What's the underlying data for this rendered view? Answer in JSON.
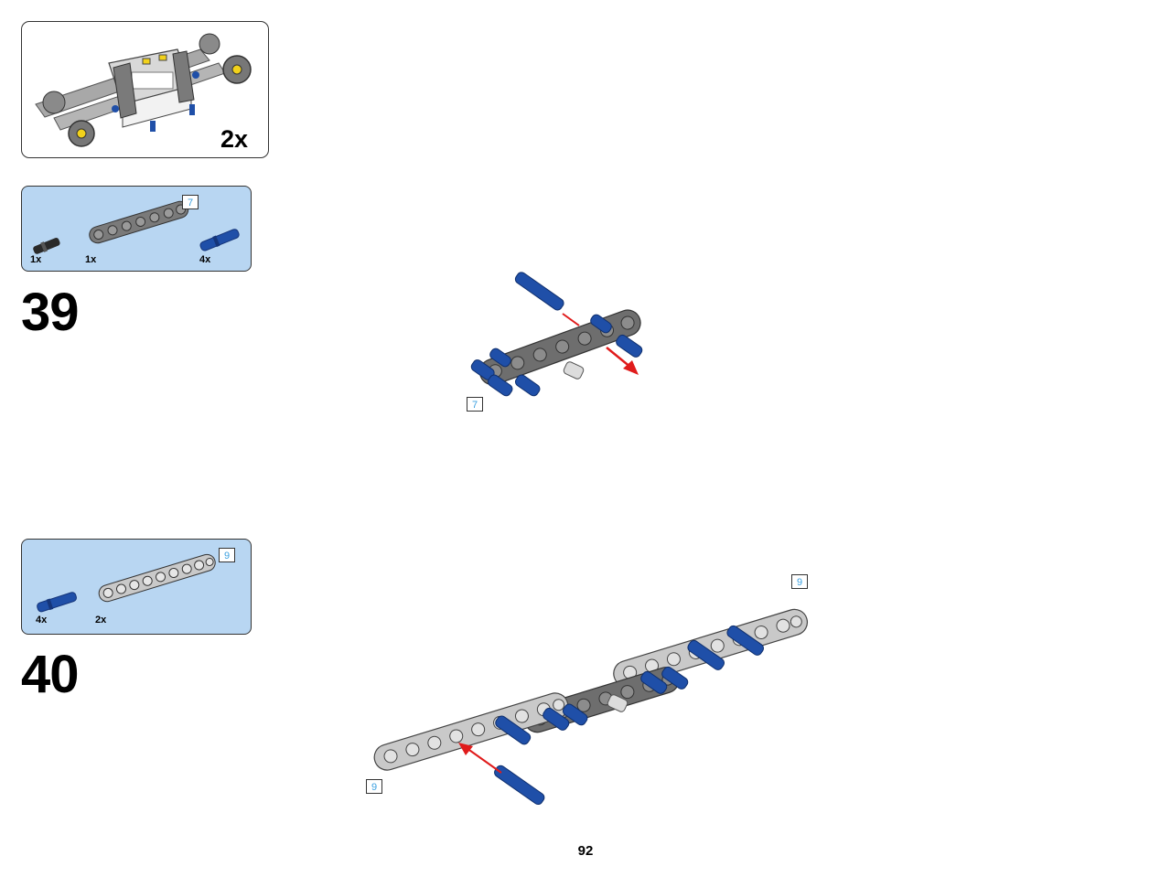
{
  "page": {
    "number": "92"
  },
  "submodel": {
    "multiplier": "2x"
  },
  "steps": [
    {
      "number": "39",
      "parts": [
        {
          "name": "black-axle-pin",
          "qty": "1x"
        },
        {
          "name": "dark-gray-beam",
          "qty": "1x",
          "length": "7"
        },
        {
          "name": "blue-axle-pin",
          "qty": "4x"
        }
      ],
      "callout_length": "7"
    },
    {
      "number": "40",
      "parts": [
        {
          "name": "blue-axle-pin",
          "qty": "4x"
        },
        {
          "name": "light-gray-beam",
          "qty": "2x",
          "length": "9"
        }
      ],
      "callout_lengths": [
        "9",
        "9"
      ]
    }
  ],
  "colors": {
    "parts_panel": "#b8d6f2",
    "blue_pin": "#1f4fa8",
    "dark_beam": "#6e6e6e",
    "light_beam": "#c9c9c9",
    "arrow": "#e01b1b",
    "length_label": "#3aa0e0"
  }
}
